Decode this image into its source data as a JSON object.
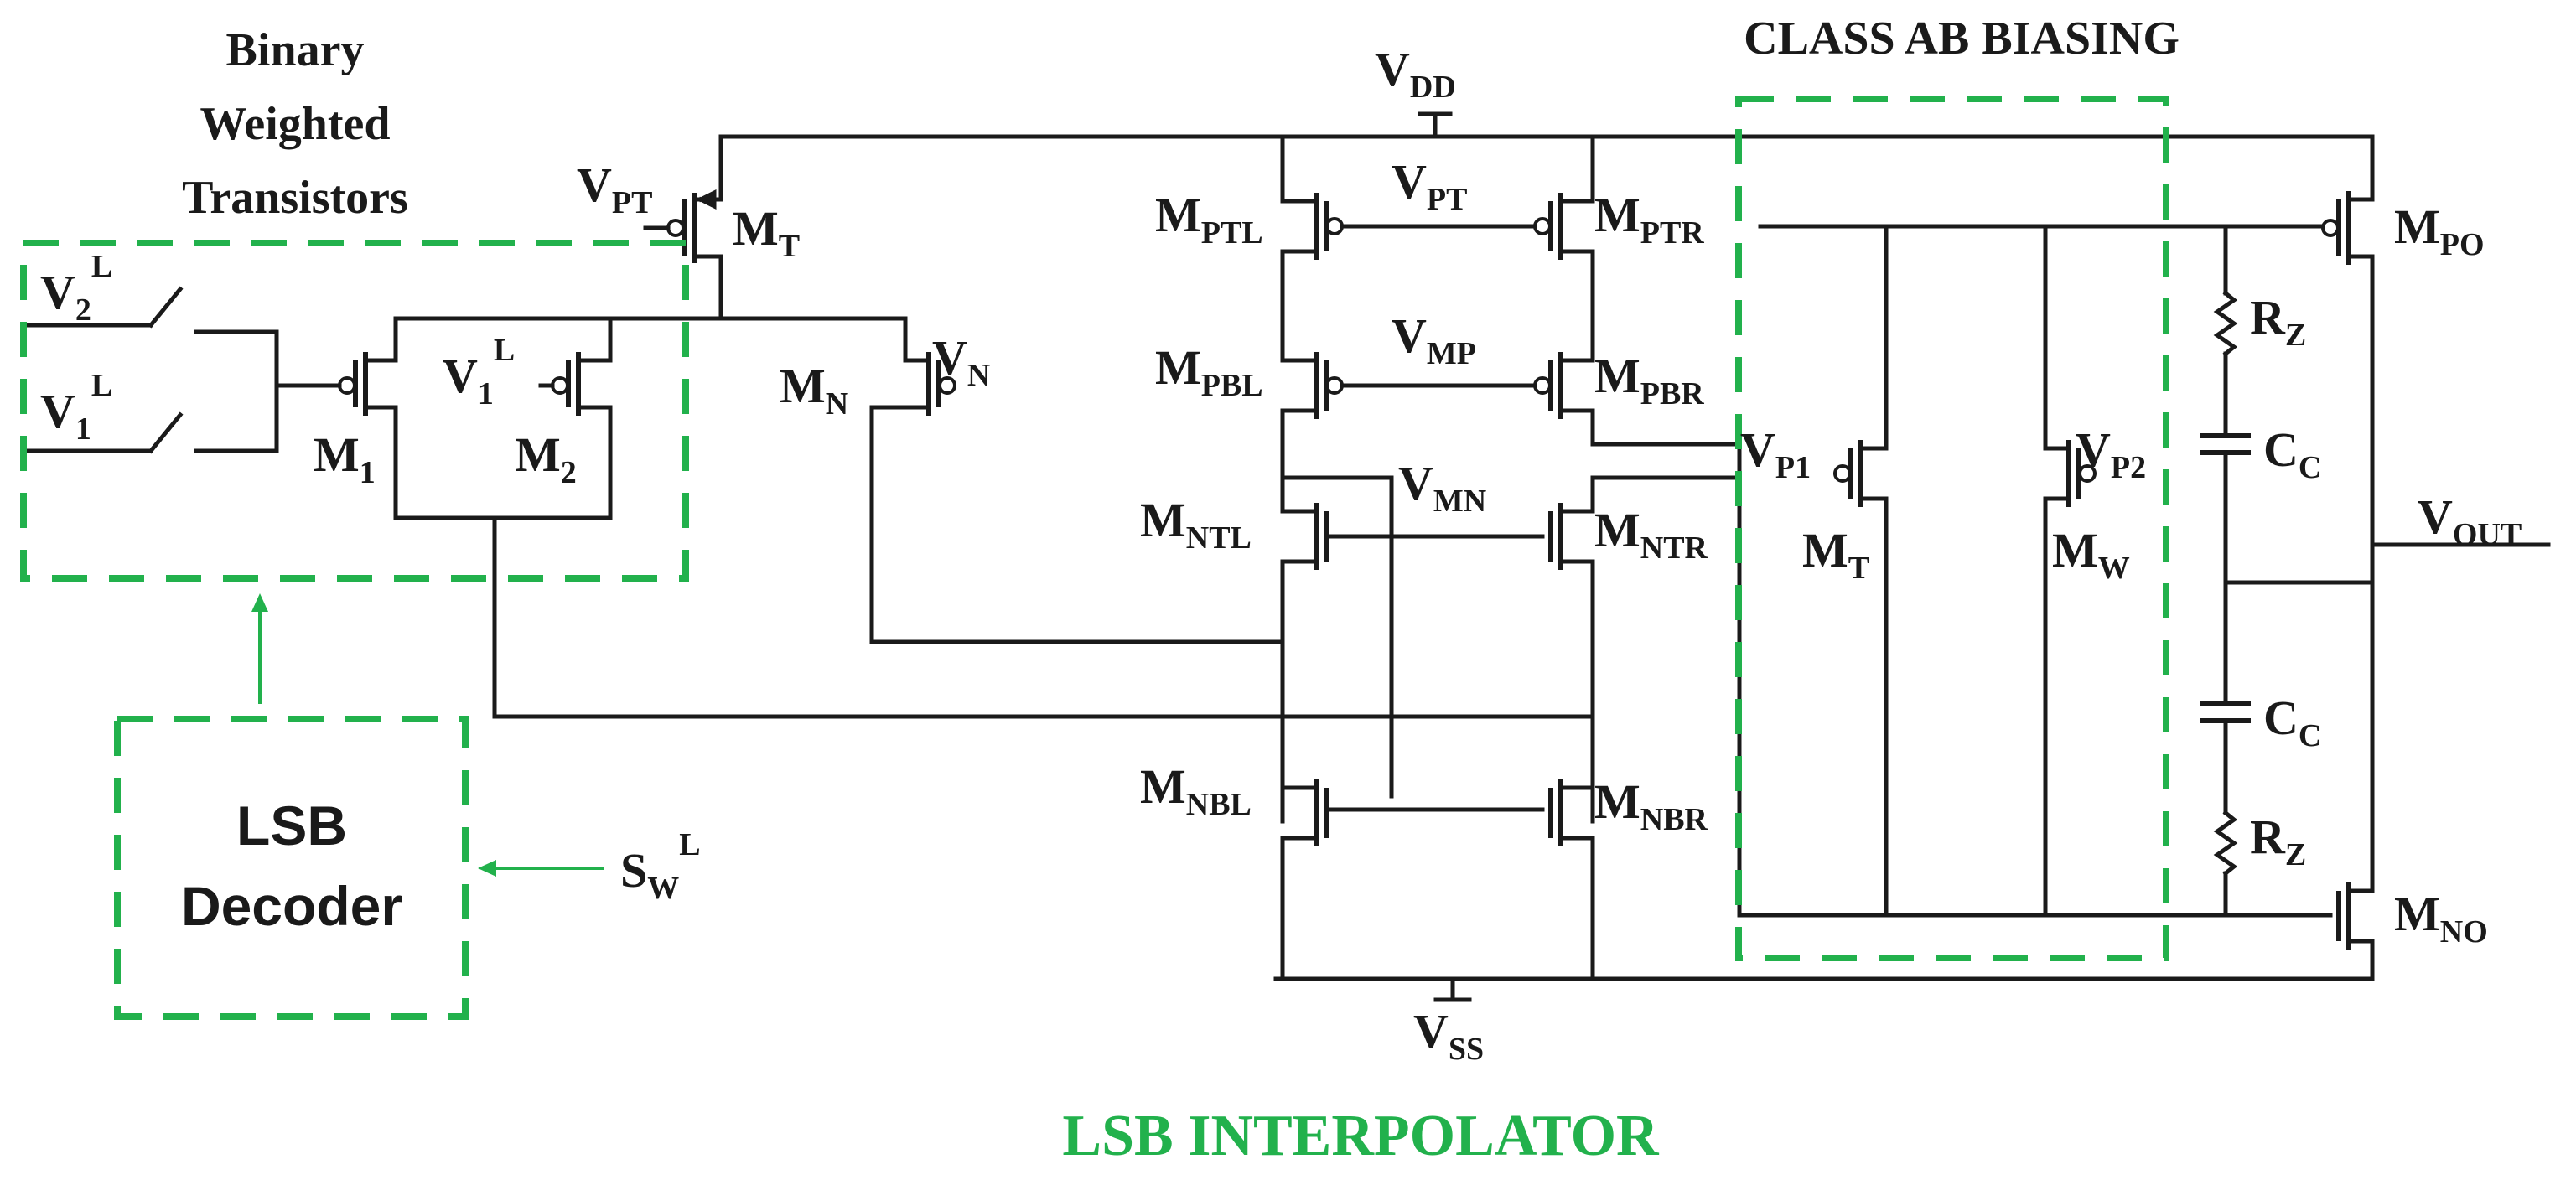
{
  "titles": {
    "binary_line1": "Binary",
    "binary_line2": "Weighted",
    "binary_line3": "Transistors",
    "classab": "CLASS AB BIASING",
    "interpolator": "LSB INTERPOLATOR"
  },
  "decoder": {
    "line1": "LSB",
    "line2": "Decoder"
  },
  "colors": {
    "wire": "#1a1a1a",
    "accent_green": "#22b14c"
  },
  "labels": {
    "vdd": {
      "main": "V",
      "sub": "DD"
    },
    "vss": {
      "main": "V",
      "sub": "SS"
    },
    "vpt_left": {
      "main": "V",
      "sub": "PT"
    },
    "mt_top": {
      "main": "M",
      "sub": "T"
    },
    "v2l": {
      "main": "V",
      "sub": "2",
      "sup": "L"
    },
    "v1l_sw": {
      "main": "V",
      "sub": "1",
      "sup": "L"
    },
    "v1l_gate": {
      "main": "V",
      "sub": "1",
      "sup": "L"
    },
    "m1": {
      "main": "M",
      "sub": "1"
    },
    "m2": {
      "main": "M",
      "sub": "2"
    },
    "mn": {
      "main": "M",
      "sub": "N"
    },
    "vn": {
      "main": "V",
      "sub": "N"
    },
    "mptl": {
      "main": "M",
      "sub": "PTL"
    },
    "mptr": {
      "main": "M",
      "sub": "PTR"
    },
    "vpt_mid": {
      "main": "V",
      "sub": "PT"
    },
    "mpbl": {
      "main": "M",
      "sub": "PBL"
    },
    "mpbr": {
      "main": "M",
      "sub": "PBR"
    },
    "vmp": {
      "main": "V",
      "sub": "MP"
    },
    "mntl": {
      "main": "M",
      "sub": "NTL"
    },
    "mntr": {
      "main": "M",
      "sub": "NTR"
    },
    "vmn": {
      "main": "V",
      "sub": "MN"
    },
    "mnbl": {
      "main": "M",
      "sub": "NBL"
    },
    "mnbr": {
      "main": "M",
      "sub": "NBR"
    },
    "vp1": {
      "main": "V",
      "sub": "P1"
    },
    "vp2": {
      "main": "V",
      "sub": "P2"
    },
    "mt_ab": {
      "main": "M",
      "sub": "T"
    },
    "mw": {
      "main": "M",
      "sub": "W"
    },
    "mpo": {
      "main": "M",
      "sub": "PO"
    },
    "mno": {
      "main": "M",
      "sub": "NO"
    },
    "rz_top": {
      "main": "R",
      "sub": "Z"
    },
    "rz_bot": {
      "main": "R",
      "sub": "Z"
    },
    "cc_top": {
      "main": "C",
      "sub": "C"
    },
    "cc_bot": {
      "main": "C",
      "sub": "C"
    },
    "vout": {
      "main": "V",
      "sub": "OUT"
    },
    "swl": {
      "main": "S",
      "sub": "W",
      "sup": "L"
    }
  }
}
